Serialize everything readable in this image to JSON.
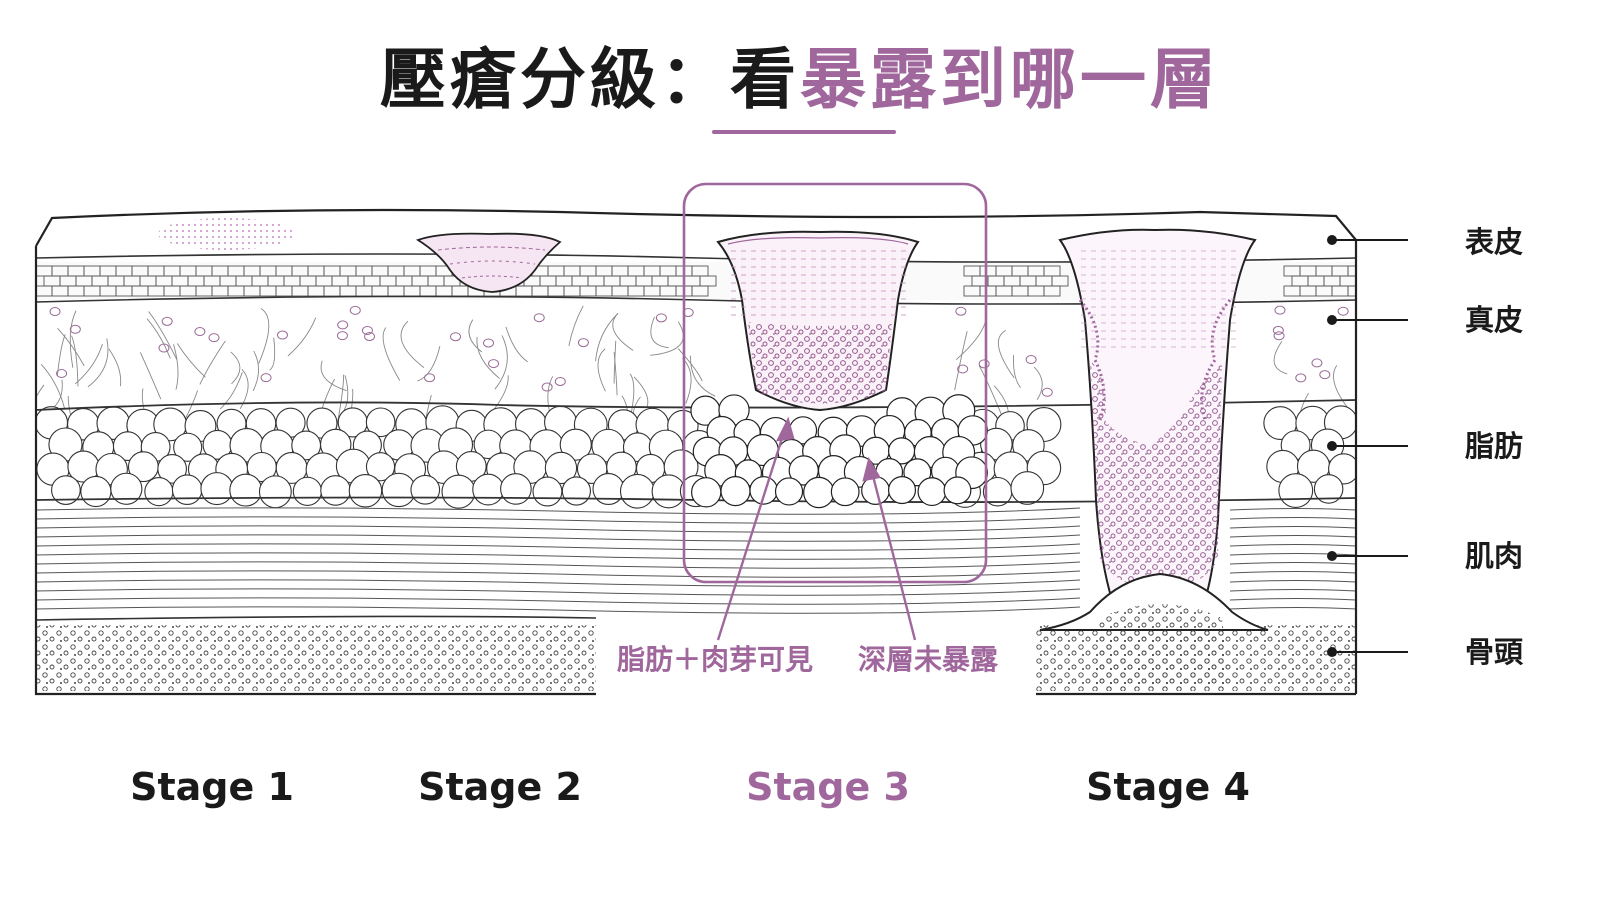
{
  "title": {
    "black_part": "壓瘡分級：看",
    "accent_part": "暴露到哪一層"
  },
  "layer_labels": [
    {
      "id": "epidermis",
      "text": "表皮"
    },
    {
      "id": "dermis",
      "text": "真皮"
    },
    {
      "id": "fat",
      "text": "脂肪"
    },
    {
      "id": "muscle",
      "text": "肌肉"
    },
    {
      "id": "bone",
      "text": "骨頭"
    }
  ],
  "callouts": {
    "fat_granulation": "脂肪＋肉芽可見",
    "deep_not_exposed": "深層未暴露"
  },
  "stages": [
    {
      "label": "Stage 1",
      "highlighted": false
    },
    {
      "label": "Stage 2",
      "highlighted": false
    },
    {
      "label": "Stage 3",
      "highlighted": true
    },
    {
      "label": "Stage 4",
      "highlighted": false
    }
  ],
  "colors": {
    "accent": "#a0679d",
    "accent_light": "#e7cde3",
    "ink": "#1a1a1a",
    "line": "#3a3a3a"
  }
}
